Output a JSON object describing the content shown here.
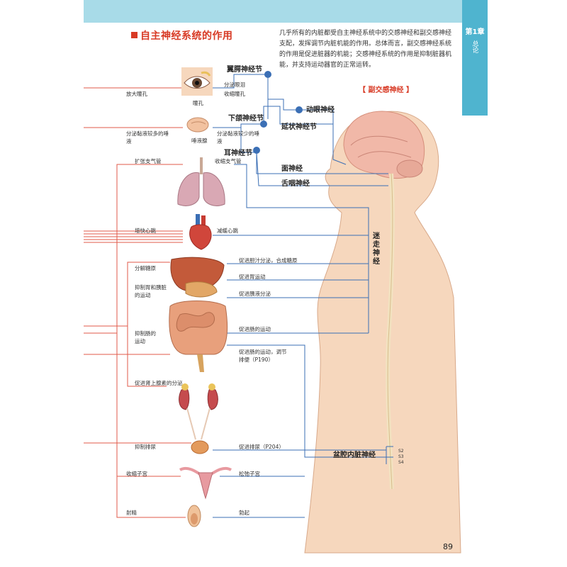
{
  "header": {
    "chapter": "第1章",
    "chapter_subtitle": "总论"
  },
  "section_title": "自主神经系统的作用",
  "intro": "几乎所有的内脏都受自主神经系统中的交感神经和副交感神经支配，发挥调节内脏机能的作用。总体而言，副交感神经系统的作用是促进脏器的机能；交感神经系统的作用是抑制脏器机能，并支持运动器官的正常运转。",
  "parasympathetic_title": "【 副交感神经 】",
  "nerves": {
    "pterygopalatine": "翼腭神经节",
    "oculomotor": "动眼神经",
    "submandibular": "下颌神经节",
    "medulla": "延状神经节",
    "otic": "耳神经节",
    "facial": "面神经",
    "glossopharyngeal": "舌咽神经",
    "vagus": "迷走神经",
    "pelvic": "盆腔内脏神经",
    "s2": "S2",
    "s3": "S3",
    "s4": "S4"
  },
  "sympathetic_effects": {
    "pupil": "放大瞳孔",
    "saliva": "分泌黏液较多的唾液",
    "bronchus": "扩张支气管",
    "heart": "增快心跳",
    "glycogen": "分解糖原",
    "stomach": "抑制胃和胰脏的运动",
    "intestine": "抑制肠的运动",
    "adrenal": "促进肾上腺素的分泌",
    "urination": "抑制排尿",
    "uterus": "收缩子宫",
    "ejaculation": "射精"
  },
  "parasympathetic_effects": {
    "tears": "分泌眼泪",
    "pupil": "收缩瞳孔",
    "saliva": "分泌黏液较少的唾液",
    "bronchus": "收缩支气管",
    "heart": "减缓心跳",
    "bile": "促进胆汁分泌，合成糖原",
    "stomach": "促进胃运动",
    "pancreas": "促进胰液分泌",
    "intestine": "促进肠的运动",
    "defecation": "促进肠的运动，调节排便（P190）",
    "urination": "促进排尿（P204）",
    "uterus": "松弛子宫",
    "erection": "勃起"
  },
  "organ_labels": {
    "eye": "瞳孔",
    "salivary": "唾液腺"
  },
  "page_number": "89"
}
